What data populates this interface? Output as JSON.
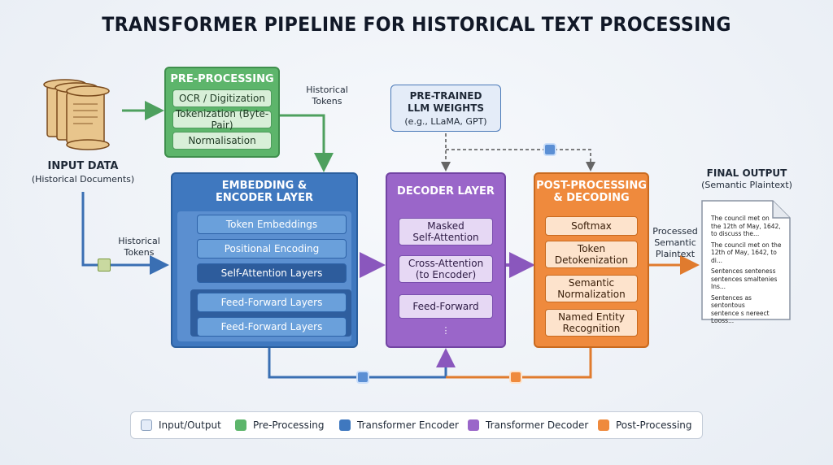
{
  "title": "TRANSFORMER PIPELINE FOR HISTORICAL TEXT PROCESSING",
  "input": {
    "title": "INPUT DATA",
    "subtitle": "(Historical Documents)"
  },
  "pre": {
    "header": "PRE-PROCESSING",
    "items": [
      "OCR / Digitization",
      "Tokenization (Byte-Pair)",
      "Normalisation"
    ]
  },
  "tokens_top": "Historical\nTokens",
  "tokens_left": "Historical\nTokens",
  "weights": {
    "line1": "PRE-TRAINED",
    "line2": "LLM WEIGHTS",
    "line3": "(e.g., LLaMA, GPT)"
  },
  "encoder": {
    "header1": "EMBEDDING &",
    "header2": "ENCODER LAYER",
    "items": [
      "Token Embeddings",
      "Positional Encoding",
      "Self-Attention Layers",
      "Feed-Forward Layers",
      "Feed-Forward Layers"
    ]
  },
  "decoder": {
    "header": "DECODER LAYER",
    "items": [
      "Masked\nSelf-Attention",
      "Cross-Attention\n(to Encoder)",
      "Feed-Forward"
    ],
    "ellipsis": "⋮"
  },
  "post": {
    "header1": "POST-PROCESSING",
    "header2": "& DECODING",
    "items": [
      "Softmax",
      "Token\nDetokenization",
      "Semantic\nNormalization",
      "Named Entity\nRecognition"
    ]
  },
  "processed": "Processed\nSemantic\nPlaintext",
  "output": {
    "title": "FINAL OUTPUT",
    "subtitle": "(Semantic Plaintext)",
    "lines": [
      "The council met on",
      "the 12th of May, 1642,",
      "to discuss the...",
      "",
      "The council met on the",
      "12th of May, 1642, to di...",
      "",
      "Sentences senteness",
      "sentences smaltenies Ins...",
      "",
      "Sentences as sentontous",
      "sentence s nereect Looss..."
    ]
  },
  "legend": [
    "Input/Output",
    "Pre-Processing",
    "Transformer Encoder",
    "Transformer Decoder",
    "Post-Processing"
  ],
  "colors": {
    "io": "#e4ecf8",
    "pre": "#5db56b",
    "enc": "#3f78bf",
    "dec": "#9a66c9",
    "post": "#ef8a3d"
  }
}
